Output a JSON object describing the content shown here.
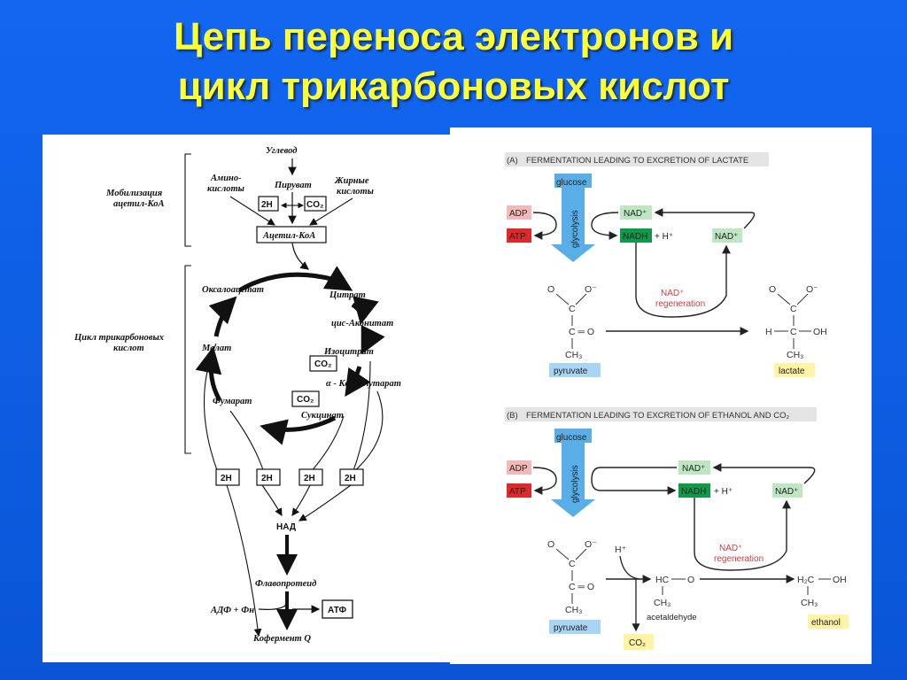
{
  "slide": {
    "title_line1": "Цепь переноса электронов и",
    "title_line2": "цикл трикарбоновых кислот"
  },
  "left_diagram": {
    "carbohydrate": "Углевод",
    "amino_acids_line1": "Амино-",
    "amino_acids_line2": "кислоты",
    "pyruvate": "Пируват",
    "fatty_acids_line1": "Жирные",
    "fatty_acids_line2": "кислоты",
    "box_2h": "2H",
    "box_co2": "CO₂",
    "acetyl_coa": "Ацетил-КоА",
    "mobilization_line1": "Мобилизация",
    "mobilization_line2": "ацетил-КоА",
    "cycle_label_line1": "Цикл трикарбоновых",
    "cycle_label_line2": "кислот",
    "oxaloacetate": "Оксалоацетат",
    "citrate": "Цитрат",
    "cis_aconitate": "цис-Аконитат",
    "isocitrate": "Изоцитрат",
    "co2_a": "CO₂",
    "ketoglutarate": "α - Кетоглутарат",
    "co2_b": "CO₂",
    "succinate": "Сукцинат",
    "fumarate": "Фумарат",
    "malate": "Малат",
    "h_boxes": [
      "2H",
      "2H",
      "2H",
      "2H"
    ],
    "nad": "НАД",
    "flavoprotein": "Флавопротеид",
    "adp_pn": "АДФ + Фн",
    "atp": "АТФ",
    "coenzyme_q": "Кофермент Q"
  },
  "right_diagram": {
    "panel_a": {
      "letter": "(A)",
      "header": "FERMENTATION LEADING TO EXCRETION OF LACTATE",
      "glucose": "glucose",
      "glycolysis": "glycolysis",
      "adp": "ADP",
      "atp": "ATP",
      "nad_top": "NAD⁺",
      "nadh": "NADH",
      "plus_h": "+ H⁺",
      "nad_right": "NAD⁺",
      "nad_regen_line1": "NAD⁺",
      "nad_regen_line2": "regeneration",
      "pyruvate": "pyruvate",
      "lactate": "lactate"
    },
    "panel_b": {
      "letter": "(B)",
      "header": "FERMENTATION LEADING TO EXCRETION OF ETHANOL AND CO₂",
      "glucose": "glucose",
      "glycolysis": "glycolysis",
      "adp": "ADP",
      "atp": "ATP",
      "nad_top": "NAD⁺",
      "nadh": "NADH",
      "plus_h": "+ H⁺",
      "nad_right": "NAD⁺",
      "nad_regen_line1": "NAD⁺",
      "nad_regen_line2": "regeneration",
      "h_plus": "H⁺",
      "pyruvate": "pyruvate",
      "co2": "CO₂",
      "acetaldehyde": "acetaldehyde",
      "ethanol": "ethanol"
    },
    "chem": {
      "o": "O",
      "o_minus": "O⁻",
      "c": "C",
      "eq_o": "C ═ O",
      "ch3": "CH₃",
      "h": "H",
      "oh": "OH",
      "hc": "HC",
      "h2c": "H₂C"
    }
  },
  "colors": {
    "background": "#0a5ee0",
    "title": "#ffff33",
    "glucose_arrow": "#5aaee8",
    "adp_fill": "#f5b8b8",
    "atp_fill": "#e02828",
    "nad_fill": "#bfe6c2",
    "nadh_fill": "#0f9a4a",
    "yellow_label": "#fff3a6",
    "blue_label": "#a9d5f5"
  }
}
